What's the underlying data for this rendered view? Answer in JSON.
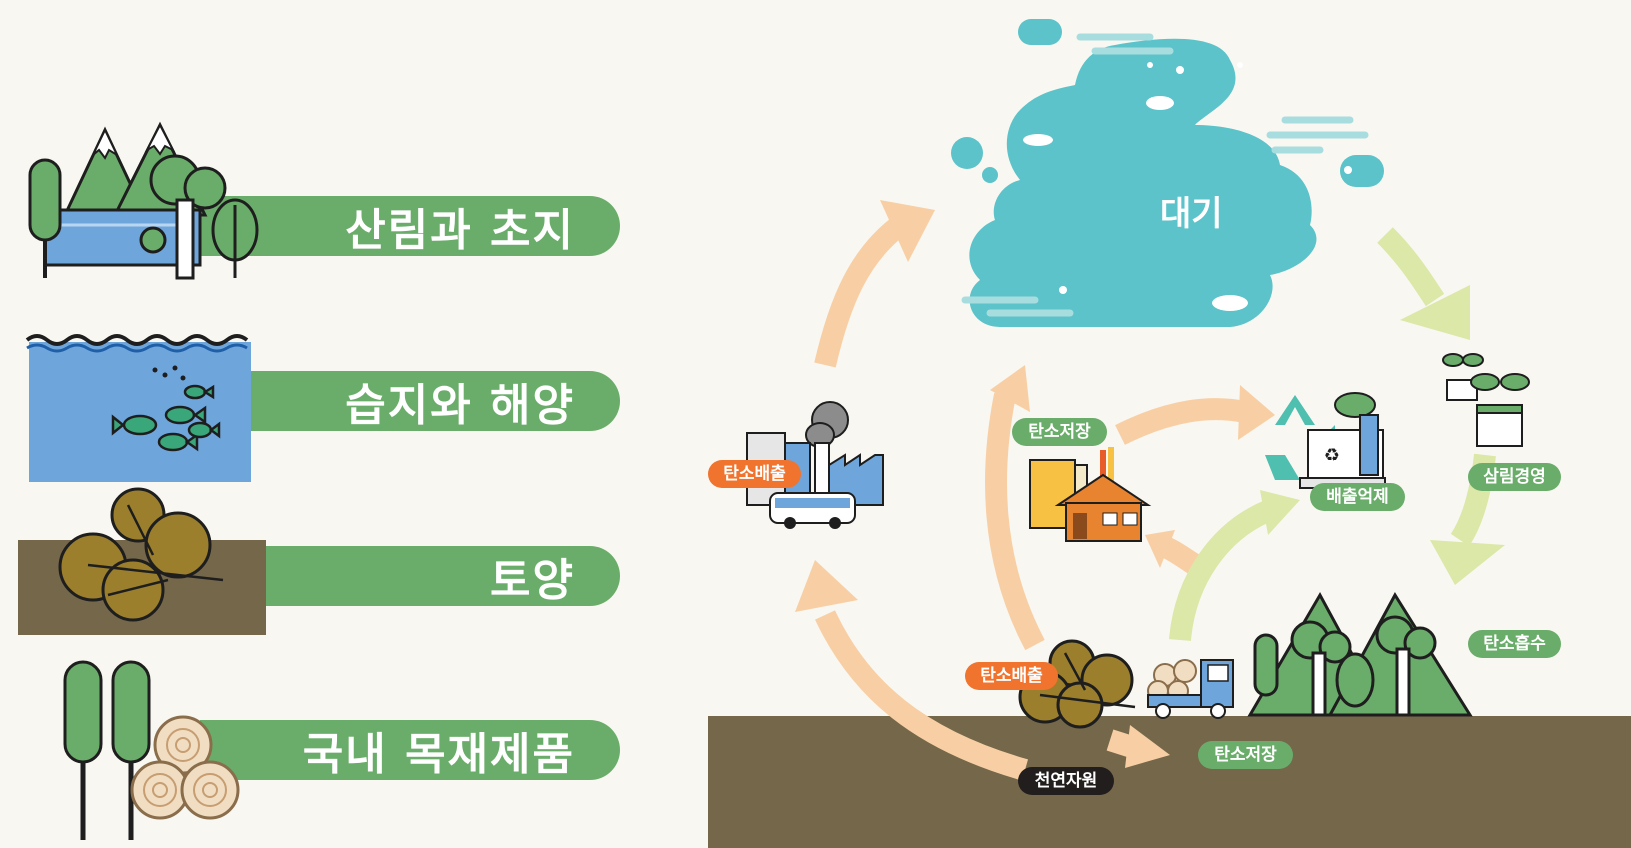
{
  "categories": [
    {
      "label": "산림과 초지",
      "icon": "forest-grassland-icon"
    },
    {
      "label": "습지와 해양",
      "icon": "wetland-ocean-icon"
    },
    {
      "label": "토양",
      "icon": "soil-leaves-icon"
    },
    {
      "label": "국내 목재제품",
      "icon": "wood-products-icon"
    }
  ],
  "cycle": {
    "atmosphere": "대기",
    "labels": {
      "emission_industry": "탄소배출",
      "storage_products": "탄소저장",
      "emission_reduction": "배출억제",
      "afforestation": "삼림경영",
      "absorption": "탄소흡수",
      "emission_soil": "탄소배출",
      "storage_soil": "탄소저장",
      "natural_resources": "천연자원"
    }
  },
  "colors": {
    "category_green": "#6aad6a",
    "atmosphere_teal": "#5bc3c9",
    "arrow_peach": "#f8cfa4",
    "arrow_lime": "#dbe8a8",
    "tag_orange": "#f0732e",
    "ground_brown": "#75674a"
  }
}
